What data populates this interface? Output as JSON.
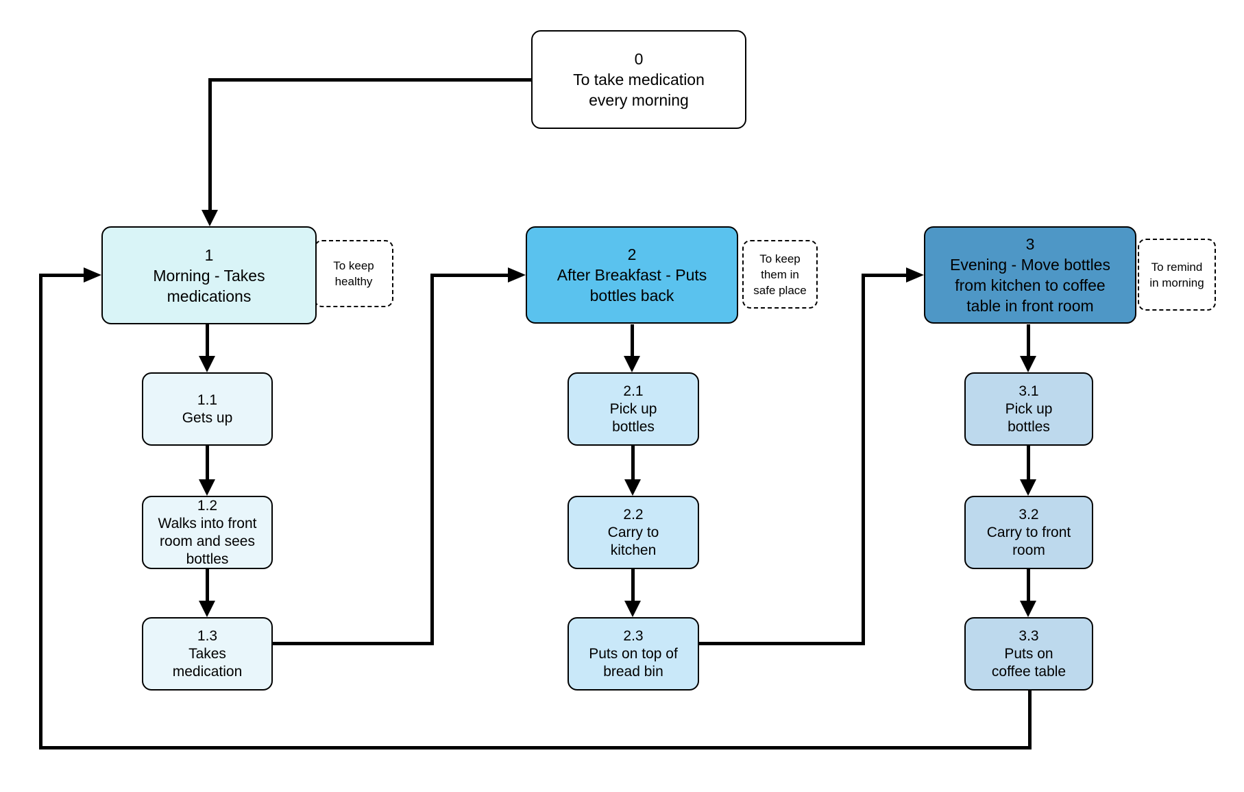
{
  "root": {
    "num": "0",
    "label": "To take medication\nevery morning"
  },
  "columns": [
    {
      "header": {
        "num": "1",
        "label": "Morning - Takes\nmedications"
      },
      "note": "To keep\nhealthy",
      "steps": [
        {
          "num": "1.1",
          "label": "Gets up"
        },
        {
          "num": "1.2",
          "label": "Walks into front\nroom and sees\nbottles"
        },
        {
          "num": "1.3",
          "label": "Takes\nmedication"
        }
      ]
    },
    {
      "header": {
        "num": "2",
        "label": "After Breakfast - Puts\nbottles back"
      },
      "note": "To keep\nthem in\nsafe place",
      "steps": [
        {
          "num": "2.1",
          "label": "Pick up\nbottles"
        },
        {
          "num": "2.2",
          "label": "Carry to\nkitchen"
        },
        {
          "num": "2.3",
          "label": "Puts on top of\nbread bin"
        }
      ]
    },
    {
      "header": {
        "num": "3",
        "label": "Evening - Move bottles\nfrom kitchen to coffee\ntable in front room"
      },
      "note": "To remind\nin morning",
      "steps": [
        {
          "num": "3.1",
          "label": "Pick up\nbottles"
        },
        {
          "num": "3.2",
          "label": "Carry to front\nroom"
        },
        {
          "num": "3.3",
          "label": "Puts on\ncoffee table"
        }
      ]
    }
  ],
  "colors": {
    "root_fill": "#ffffff",
    "note_fill": "#ffffff",
    "header_1": "#d9f4f7",
    "header_2": "#5ac2ee",
    "header_3": "#4e97c6",
    "steps_1": "#e9f6fb",
    "steps_2": "#c9e8f9",
    "steps_3": "#bdd9ed",
    "line": "#000000"
  }
}
